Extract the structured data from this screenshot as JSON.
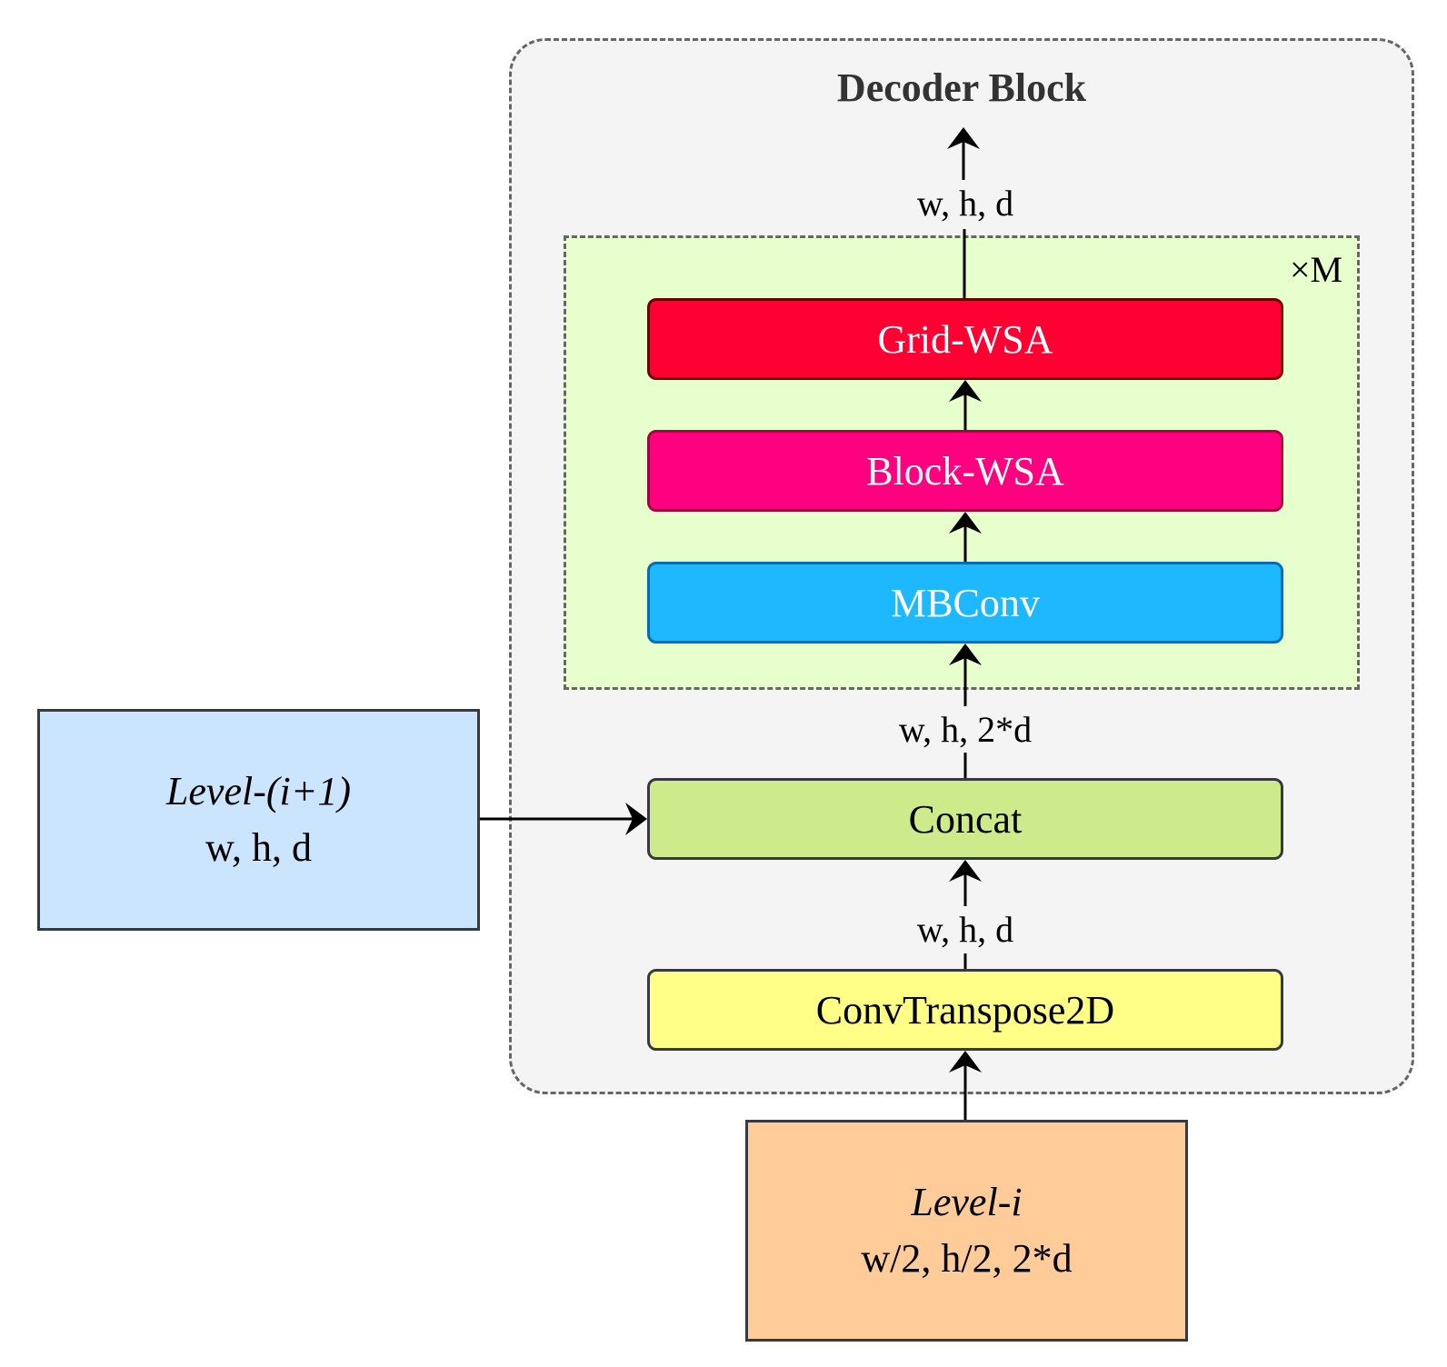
{
  "diagram": {
    "title": "Decoder Block",
    "repeat_label": "×M",
    "blocks": {
      "grid_wsa": "Grid-WSA",
      "block_wsa": "Block-WSA",
      "mbconv": "MBConv",
      "concat": "Concat",
      "convtranspose": "ConvTranspose2D"
    },
    "inputs": {
      "level_i_plus_1": {
        "name": "Level-(i+1)",
        "dims": "w, h, d"
      },
      "level_i": {
        "name": "Level-i",
        "dims": "w/2, h/2, 2*d"
      }
    },
    "edge_labels": {
      "output": "w, h, d",
      "after_concat": "w, h, 2*d",
      "after_convtranspose": "w, h, d"
    },
    "colors": {
      "grid_wsa": "#ff0033",
      "block_wsa": "#ff0080",
      "mbconv": "#1eb8ff",
      "concat": "#cdeb8b",
      "convtranspose": "#ffff88",
      "level_i_plus_1": "#cce5ff",
      "level_i": "#ffcc99",
      "repeat_region": "#e6ffcc",
      "decoder_region": "#f4f4f4"
    }
  }
}
